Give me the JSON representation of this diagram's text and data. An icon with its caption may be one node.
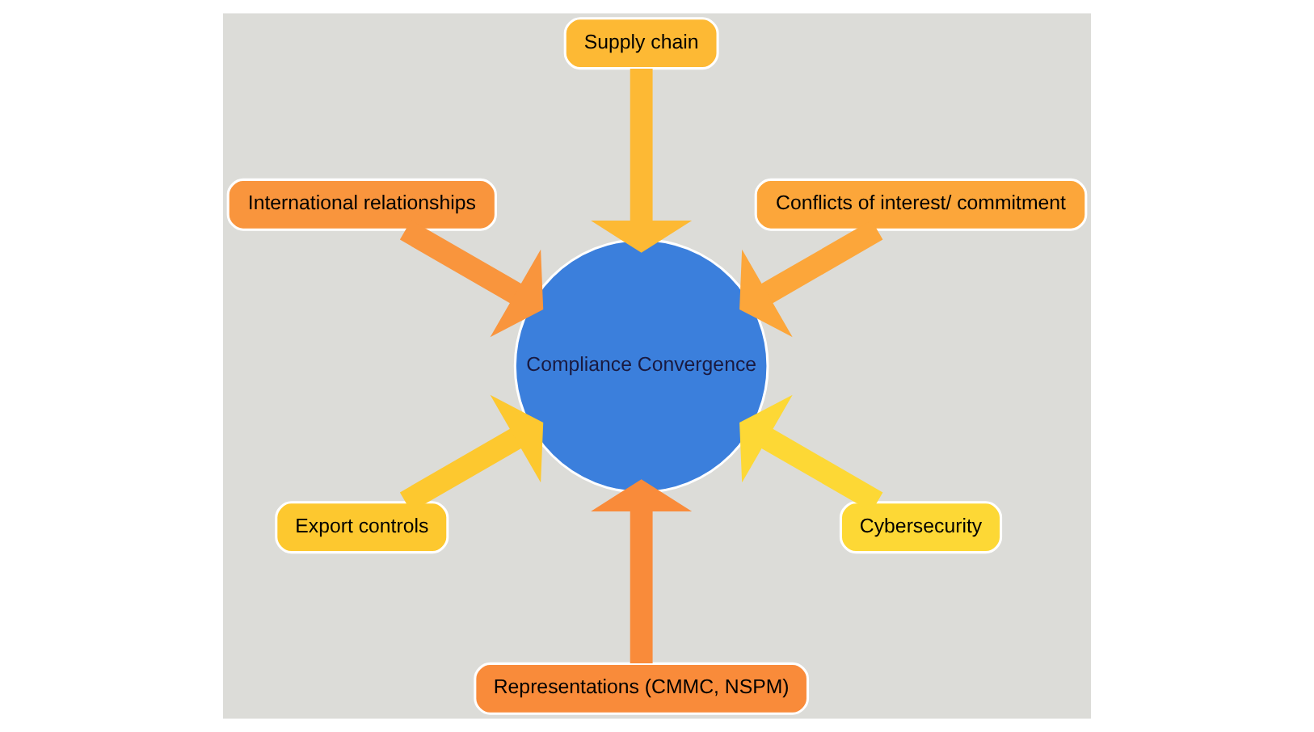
{
  "diagram": {
    "nodes": [
      {
        "text": [
          "Conflicts of interest/ commitment"
        ]
      },
      {
        "text": [
          "Supply chain"
        ]
      },
      {
        "text": [
          "International relationships"
        ]
      },
      {
        "text": [
          "Export controls"
        ]
      },
      {
        "text": [
          "Representations (CMMC, NSPM)"
        ]
      },
      {
        "text": [
          "Compliance Convergence"
        ]
      },
      {
        "text": [
          "Cybersecurity"
        ]
      }
    ],
    "edges": [
      {
        "from": 0,
        "to": 5,
        "arrow": "to",
        "color": "#fca63a"
      },
      {
        "from": 1,
        "to": 5,
        "arrow": "to",
        "color": "#fdb934"
      },
      {
        "from": 2,
        "to": 5,
        "arrow": "to",
        "color": "#f9953d"
      },
      {
        "from": 3,
        "to": 5,
        "arrow": "to",
        "color": "#fdc82f"
      },
      {
        "from": 4,
        "to": 5,
        "arrow": "to",
        "color": "#f98b3a"
      },
      {
        "from": 6,
        "to": 5,
        "arrow": "to",
        "color": "#fdd835"
      }
    ]
  }
}
